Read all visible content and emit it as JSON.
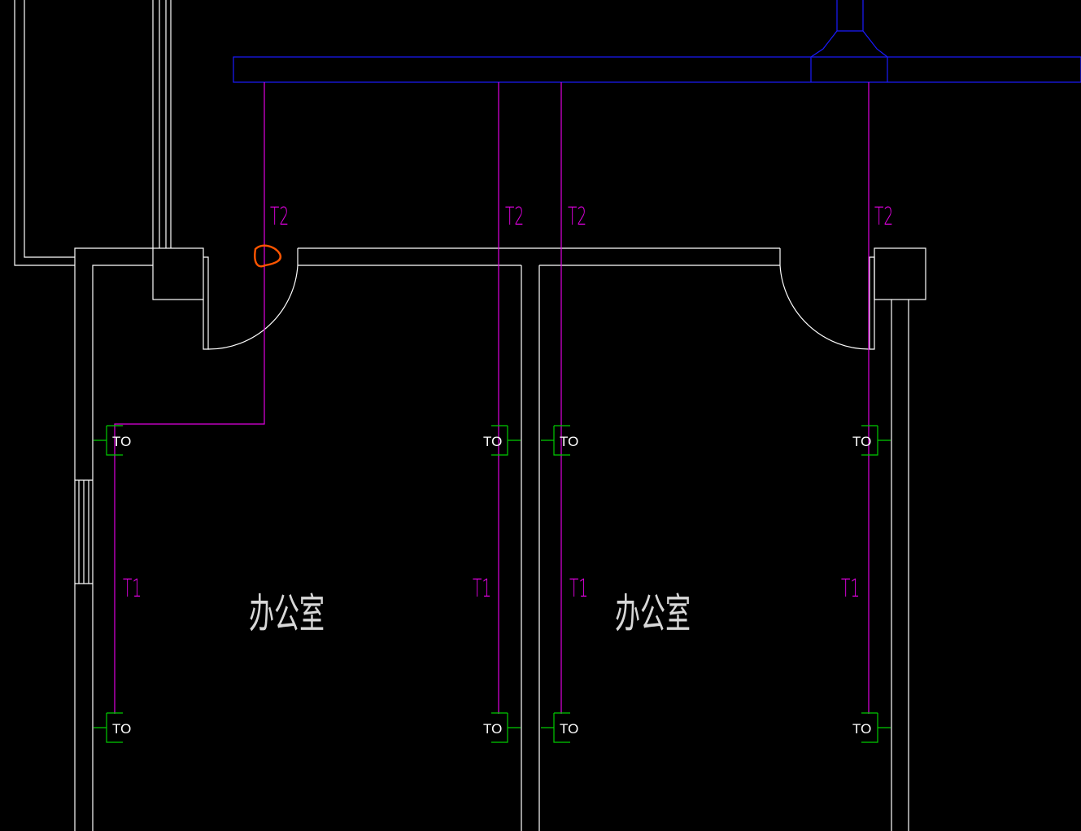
{
  "colors": {
    "background": "#000000",
    "wall": "#ffffff",
    "duct": "#1a1aff",
    "cable": "#e000e0",
    "outlet": "#00cc00",
    "outlet_text": "#ffffff",
    "markup": "#ff5500",
    "room_text": "#d8d8d8"
  },
  "rooms": [
    {
      "name": "办公室"
    },
    {
      "name": "办公室"
    }
  ],
  "riser_labels": [
    "T2",
    "T2",
    "T2",
    "T2"
  ],
  "branch_labels": [
    "T1",
    "T1",
    "T1",
    "T1"
  ],
  "outlets": [
    "TO",
    "TO",
    "TO",
    "TO",
    "TO",
    "TO",
    "TO",
    "TO"
  ]
}
